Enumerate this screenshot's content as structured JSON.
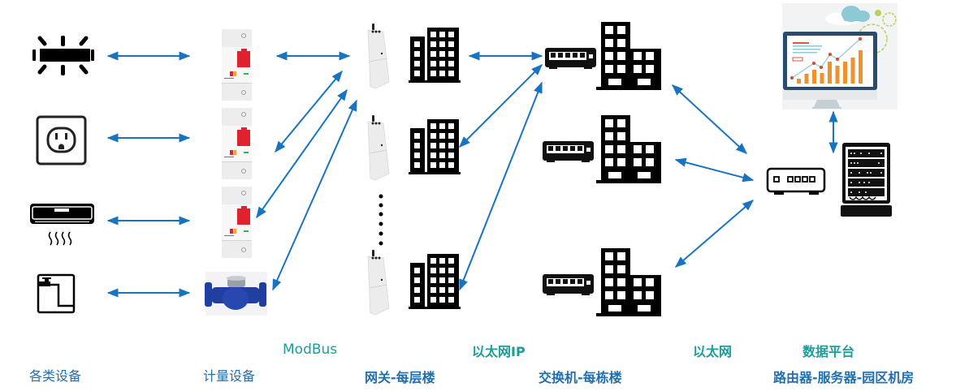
{
  "diagram": {
    "title": "Smart metering network topology",
    "columns": [
      {
        "id": "devices",
        "label": "各类设备"
      },
      {
        "id": "meters",
        "label": "计量设备"
      },
      {
        "id": "gateways",
        "label": "网关-每层楼"
      },
      {
        "id": "switches",
        "label": "交换机-每栋楼"
      },
      {
        "id": "platform",
        "label": "路由器-服务器-园区机房"
      }
    ],
    "protocols": [
      {
        "id": "modbus",
        "label": "ModBus"
      },
      {
        "id": "ethernet-ip",
        "label": "以太网IP"
      },
      {
        "id": "ethernet",
        "label": "以太网"
      },
      {
        "id": "data-platform",
        "label": "数据平台"
      }
    ],
    "devices": [
      {
        "name": "light-fixture",
        "icon": "light-bar-icon"
      },
      {
        "name": "power-outlet",
        "icon": "outlet-icon"
      },
      {
        "name": "air-conditioner",
        "icon": "air-conditioner-icon"
      },
      {
        "name": "water-tap",
        "icon": "water-tap-icon"
      }
    ],
    "meters": [
      {
        "name": "smart-breaker-1",
        "icon": "circuit-breaker-icon"
      },
      {
        "name": "smart-breaker-2",
        "icon": "circuit-breaker-icon"
      },
      {
        "name": "smart-breaker-3",
        "icon": "circuit-breaker-icon"
      },
      {
        "name": "water-meter",
        "icon": "water-meter-icon"
      }
    ],
    "gateways": [
      {
        "name": "gateway-floor-1",
        "icon": "gateway-icon",
        "building_icon": "building-icon"
      },
      {
        "name": "gateway-floor-2",
        "icon": "gateway-icon",
        "building_icon": "building-icon"
      },
      {
        "name": "gateway-floor-n",
        "icon": "gateway-icon",
        "building_icon": "building-icon"
      }
    ],
    "switches": [
      {
        "name": "switch-building-1",
        "icon": "network-switch-icon",
        "building_icon": "office-building-icon"
      },
      {
        "name": "switch-building-2",
        "icon": "network-switch-icon",
        "building_icon": "office-building-icon"
      },
      {
        "name": "switch-building-3",
        "icon": "network-switch-icon",
        "building_icon": "office-building-icon"
      }
    ],
    "core": {
      "router": {
        "name": "router",
        "icon": "router-icon"
      },
      "server": {
        "name": "server-rack",
        "icon": "server-rack-icon"
      },
      "monitor": {
        "name": "data-platform-monitor",
        "icon": "analytics-monitor-icon"
      }
    },
    "colors": {
      "arrow": "#1874c1",
      "label_blue": "#1f6fb2",
      "label_teal": "#1a9e99",
      "icon": "#000000",
      "breaker_red": "#e0222e",
      "meter_blue": "#1d3a9c",
      "chart_orange": "#f0922a",
      "monitor_frame": "#284b6e",
      "cloud": "#8ecad6",
      "gear": "#b7d35b"
    }
  }
}
